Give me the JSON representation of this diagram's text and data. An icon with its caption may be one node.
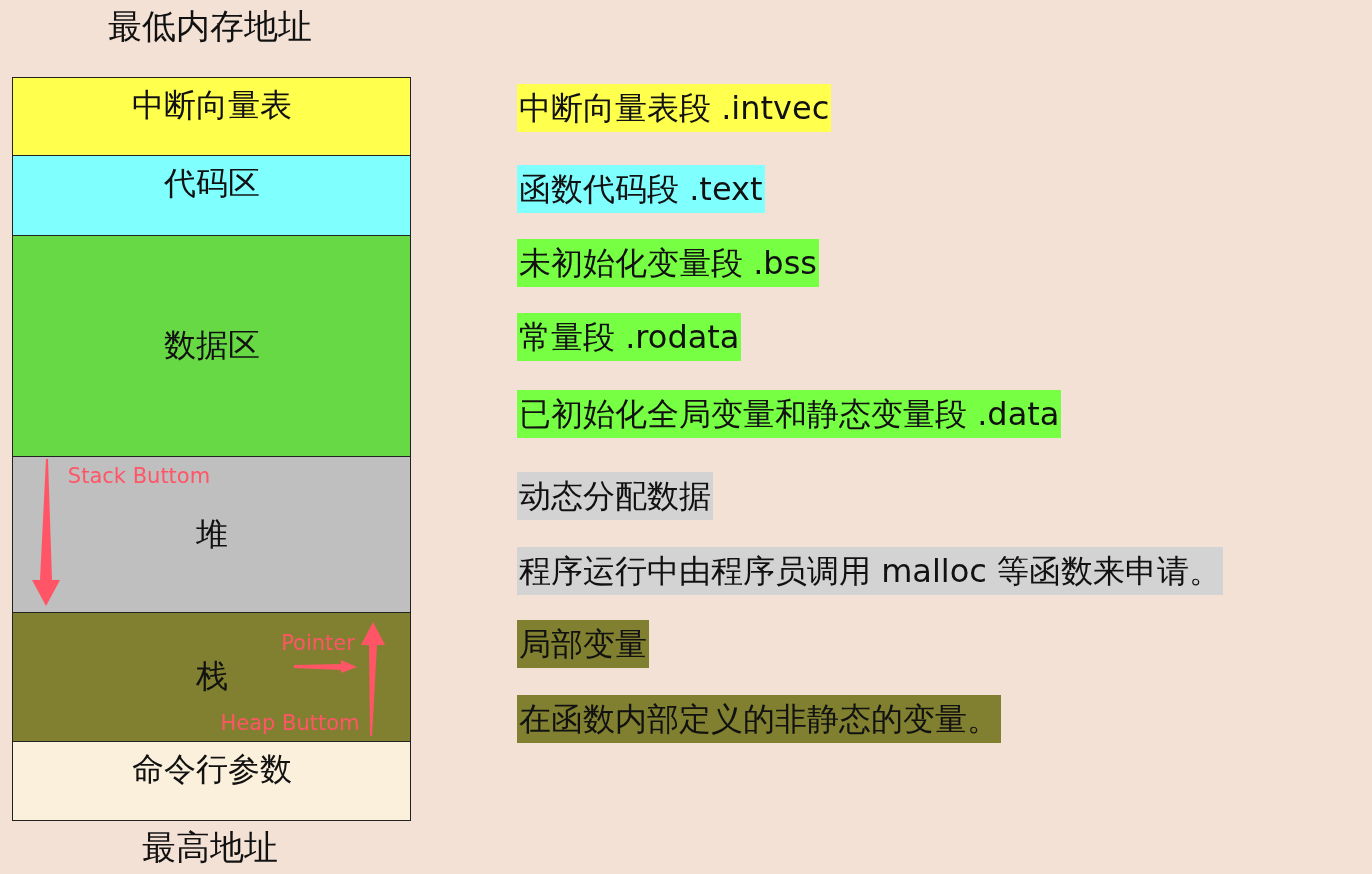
{
  "diagram": {
    "nodes": [
      {
        "text": [
          "中断向量表"
        ]
      },
      {
        "text": [
          "代码区"
        ]
      },
      {
        "text": [
          "数据区"
        ]
      },
      {
        "text": [
          "堆"
        ]
      },
      {
        "text": [
          "栈"
        ]
      },
      {
        "text": [
          "命令行参数"
        ]
      },
      {
        "text": [
          "中断向量表段 .intvec"
        ]
      },
      {
        "text": [
          "函数代码段 .text"
        ]
      },
      {
        "text": [
          "未初始化变量段 .bss"
        ]
      },
      {
        "text": [
          "常量段 .rodata"
        ]
      },
      {
        "text": [
          "已初始化全局变量和静态变量段 .data"
        ]
      },
      {
        "text": [
          "动态分配数据"
        ]
      },
      {
        "text": [
          "程序运行中由程序员调用 malloc 等函数来申请。"
        ]
      },
      {
        "text": [
          "局部变量"
        ]
      },
      {
        "text": [
          "在函数内部定义的非静态的变量。"
        ]
      }
    ],
    "labels": [
      "最低内存地址",
      "Stack Buttom",
      "Pointer",
      "Heap Buttom",
      "最高地址"
    ]
  }
}
